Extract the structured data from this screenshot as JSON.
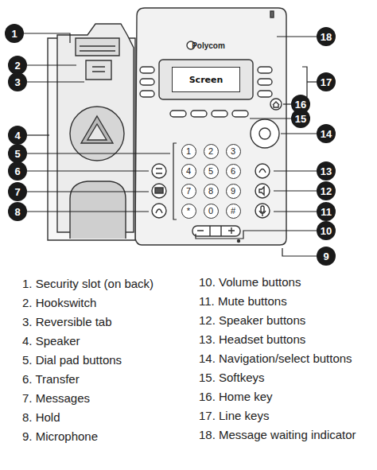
{
  "diagram": {
    "nodes": [
      {
        "text": [
          "1"
        ]
      },
      {
        "text": [
          "2"
        ]
      },
      {
        "text": [
          "3"
        ]
      },
      {
        "text": [
          "4"
        ]
      },
      {
        "text": [
          "5"
        ]
      },
      {
        "text": [
          "6"
        ]
      },
      {
        "text": [
          "7"
        ]
      },
      {
        "text": [
          "8"
        ]
      },
      {
        "text": [
          "9"
        ]
      },
      {
        "text": [
          "10"
        ]
      },
      {
        "text": [
          "11"
        ]
      },
      {
        "text": [
          "12"
        ]
      },
      {
        "text": [
          "13"
        ]
      },
      {
        "text": [
          "14"
        ]
      },
      {
        "text": [
          "15"
        ]
      },
      {
        "text": [
          "16"
        ]
      },
      {
        "text": [
          "17"
        ]
      },
      {
        "text": [
          "18"
        ]
      },
      {
        "text": [
          "Screen"
        ]
      },
      {
        "text": [
          "1"
        ]
      },
      {
        "text": [
          "2"
        ]
      },
      {
        "text": [
          "3"
        ]
      },
      {
        "text": [
          "4"
        ]
      },
      {
        "text": [
          "5"
        ]
      },
      {
        "text": [
          "6"
        ]
      },
      {
        "text": [
          "7"
        ]
      },
      {
        "text": [
          "8"
        ]
      },
      {
        "text": [
          "9"
        ]
      },
      {
        "text": [
          "*"
        ]
      },
      {
        "text": [
          "0"
        ]
      },
      {
        "text": [
          "#"
        ]
      }
    ],
    "labels": [
      "Polycom",
      "1. Security slot (on back)",
      "2. Hookswitch",
      "3. Reversible tab",
      "4. Speaker",
      "5. Dial pad buttons",
      "6. Transfer",
      "7. Messages",
      "8. Hold",
      "9. Microphone",
      "10. Volume buttons",
      "11. Mute buttons",
      "12. Speaker buttons",
      "13. Headset buttons",
      "14. Navigation/select buttons",
      "15. Softkeys",
      "16. Home key",
      "17. Line keys",
      "18. Message waiting indicator"
    ]
  }
}
